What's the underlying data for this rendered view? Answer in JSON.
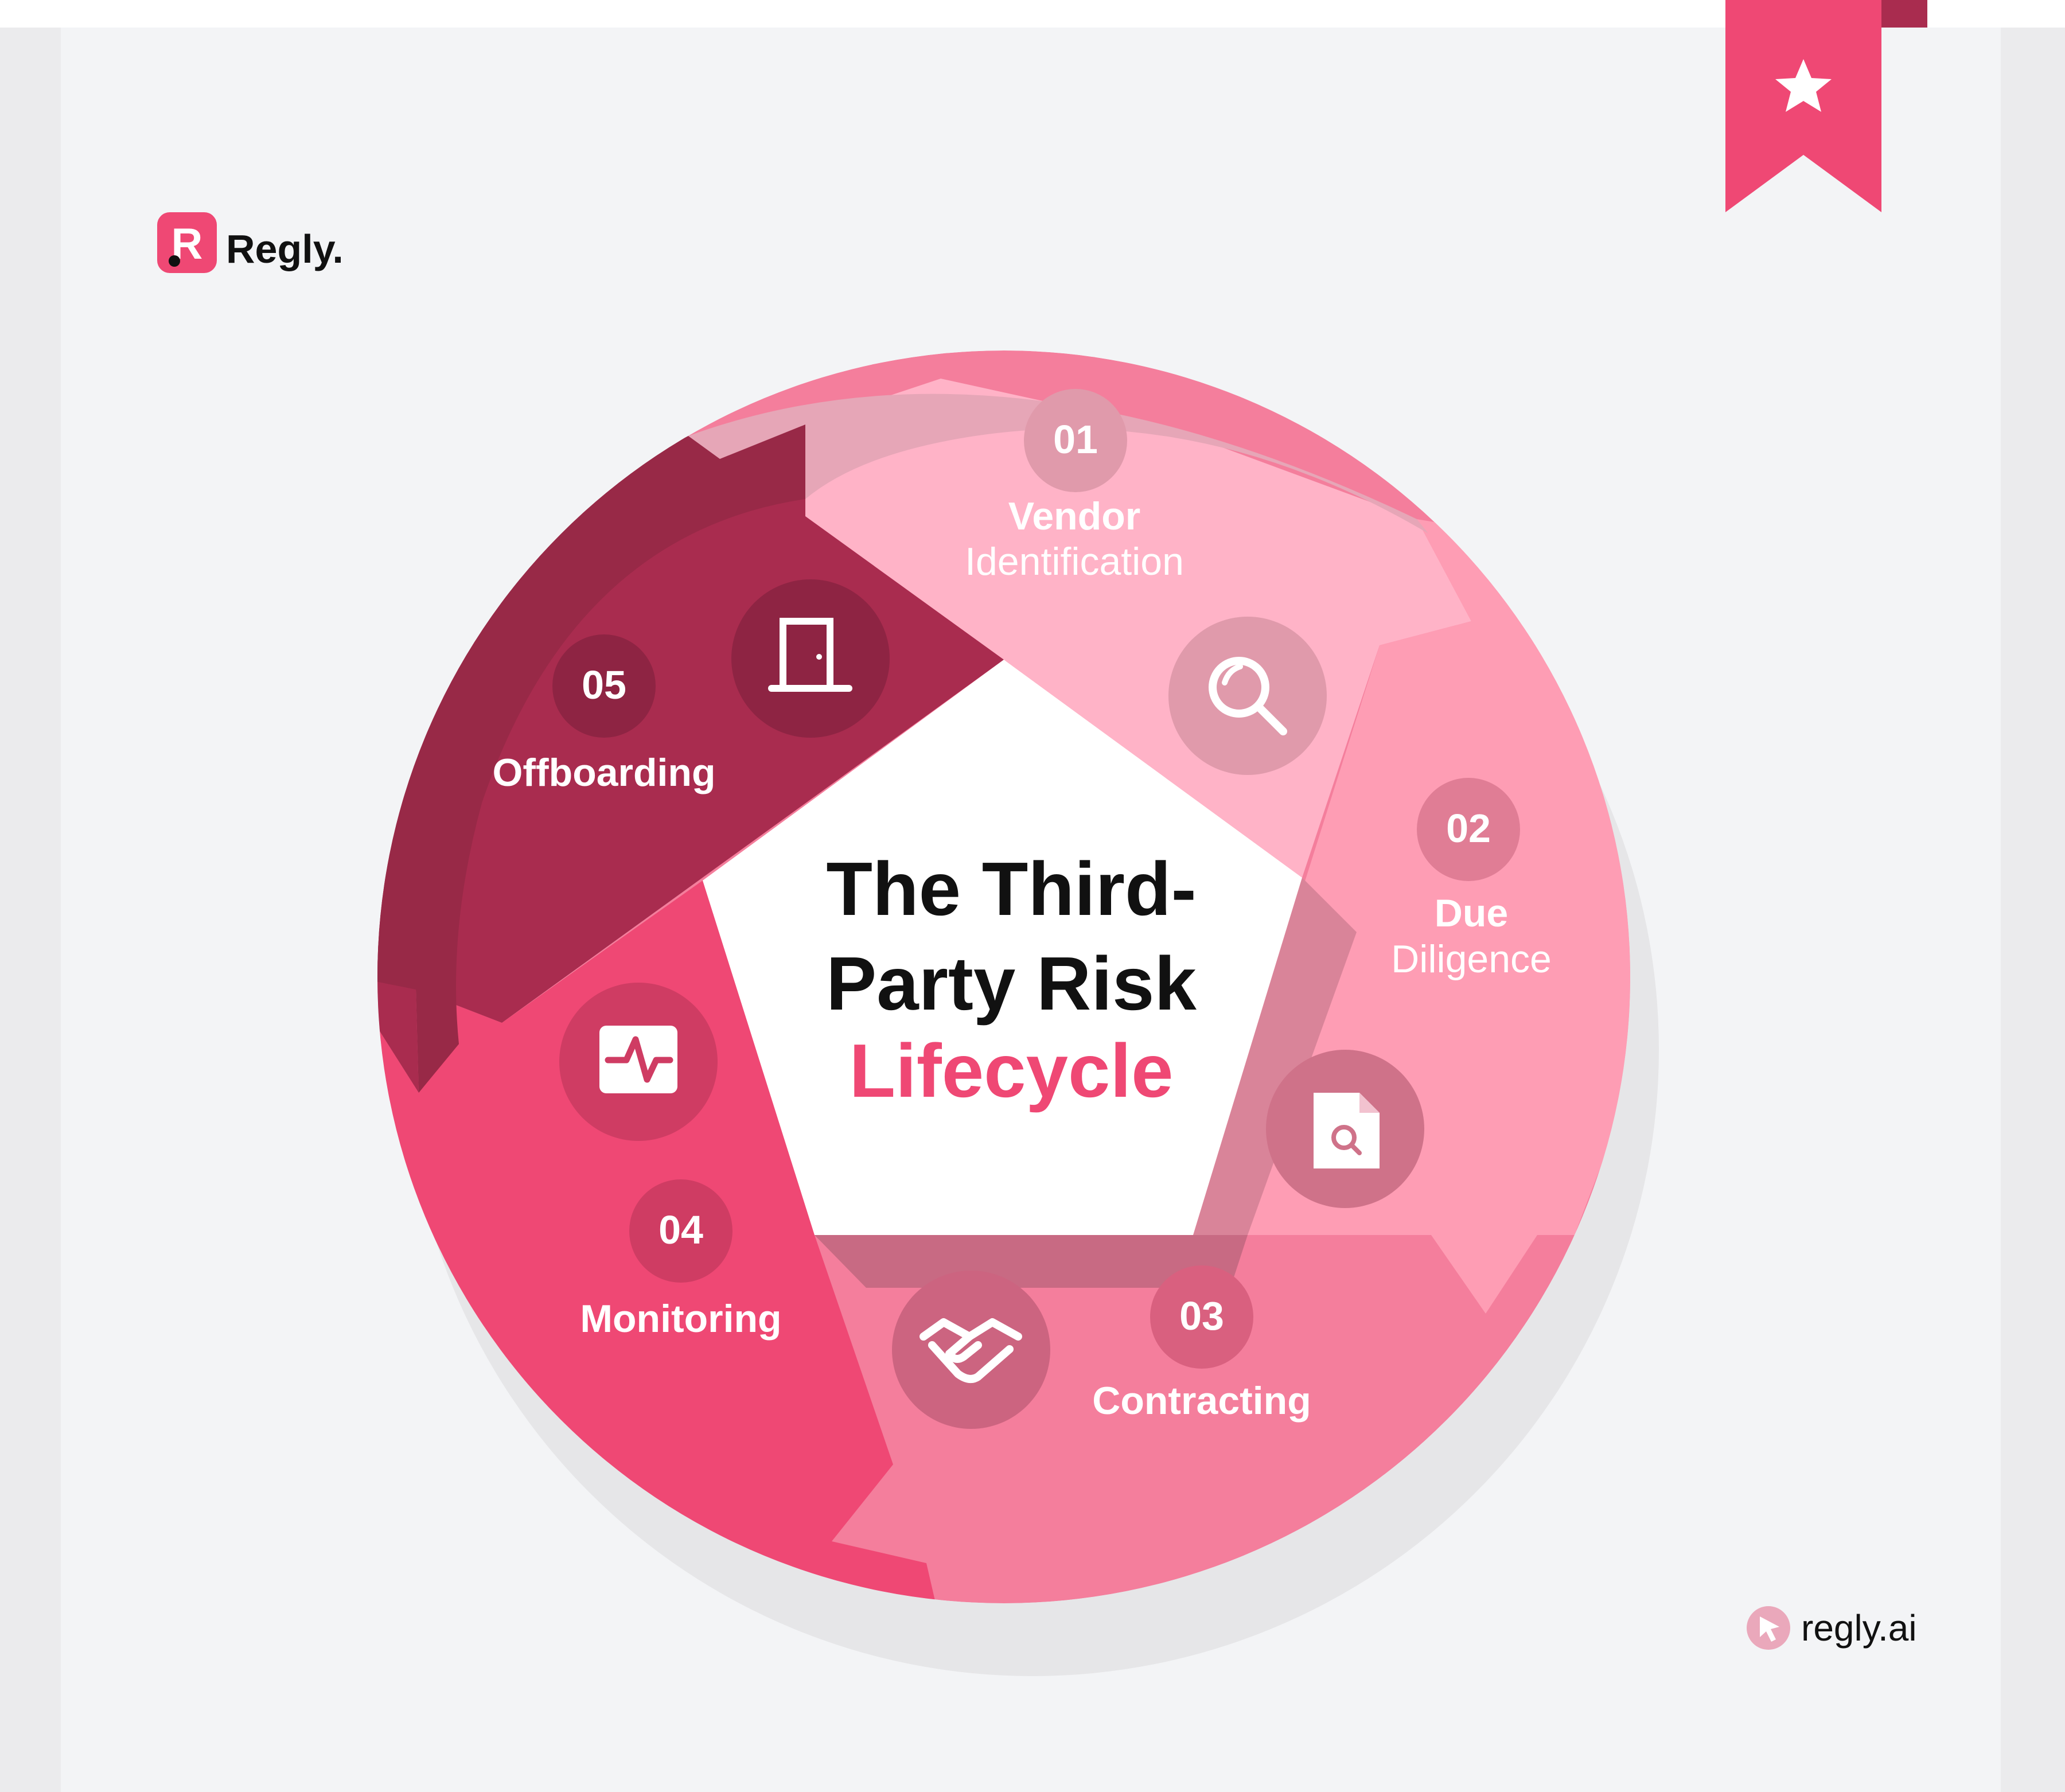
{
  "brand": {
    "name": "Regly.",
    "logo_letter": "R",
    "website": "regly.ai"
  },
  "title": {
    "line1": "The Third-",
    "line2": "Party Risk",
    "line3": "Lifecycle"
  },
  "stages": [
    {
      "number": "01",
      "label_bold": "Vendor",
      "label_light": "Identification",
      "icon": "search-icon"
    },
    {
      "number": "02",
      "label_bold": "Due",
      "label_light": "Diligence",
      "icon": "document-search-icon"
    },
    {
      "number": "03",
      "label_bold": "Contracting",
      "label_light": "",
      "icon": "handshake-icon"
    },
    {
      "number": "04",
      "label_bold": "Monitoring",
      "label_light": "",
      "icon": "activity-pulse-icon"
    },
    {
      "number": "05",
      "label_bold": "Offboarding",
      "label_light": "",
      "icon": "door-icon"
    }
  ],
  "bookmark": {
    "icon": "star-icon"
  },
  "colors": {
    "background": "#f3f4f6",
    "page": "#ffffff",
    "brand_pink": "#ef4874",
    "stage1": "#ffb3c7",
    "stage2": "#fe9db4",
    "stage3": "#f47e9c",
    "stage4": "#ef4874",
    "stage5": "#a92c4f",
    "title_dark": "#111111"
  }
}
